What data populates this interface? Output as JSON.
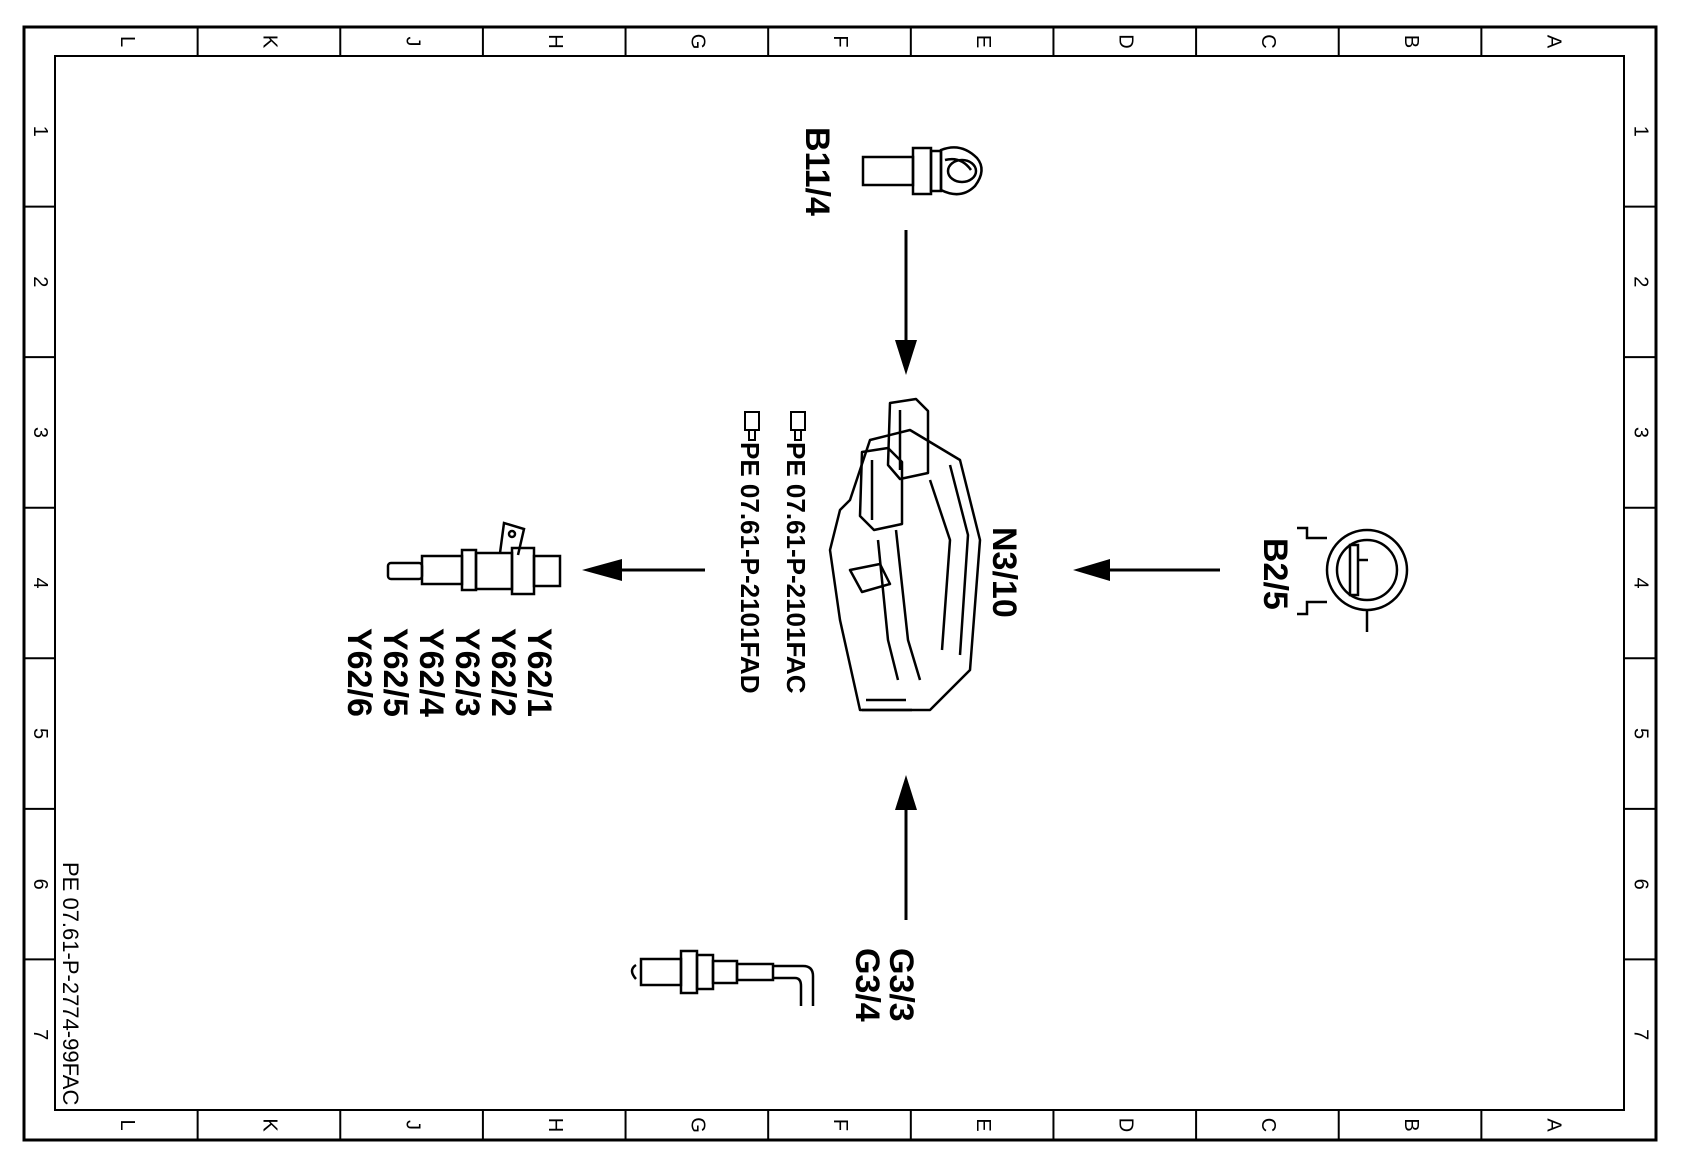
{
  "frame": {
    "columns": [
      "L",
      "K",
      "J",
      "H",
      "G",
      "F",
      "E",
      "D",
      "C",
      "B",
      "A"
    ],
    "rows": [
      "1",
      "2",
      "3",
      "4",
      "5",
      "6",
      "7"
    ]
  },
  "components": {
    "control_unit": {
      "label": "N3/10"
    },
    "sensor_top": {
      "label": "B11/4"
    },
    "sensor_right": {
      "label": "B2/5"
    },
    "sensor_bottom": {
      "labels": [
        "G3/3",
        "G3/4"
      ]
    },
    "injectors": {
      "labels": [
        "Y62/1",
        "Y62/2",
        "Y62/3",
        "Y62/4",
        "Y62/5",
        "Y62/6"
      ]
    }
  },
  "references": [
    "PE 07.61-P-2101FAC",
    "PE 07.61-P-2101FAD"
  ],
  "document_id": "PE 07.61-P-2774-99FAC"
}
